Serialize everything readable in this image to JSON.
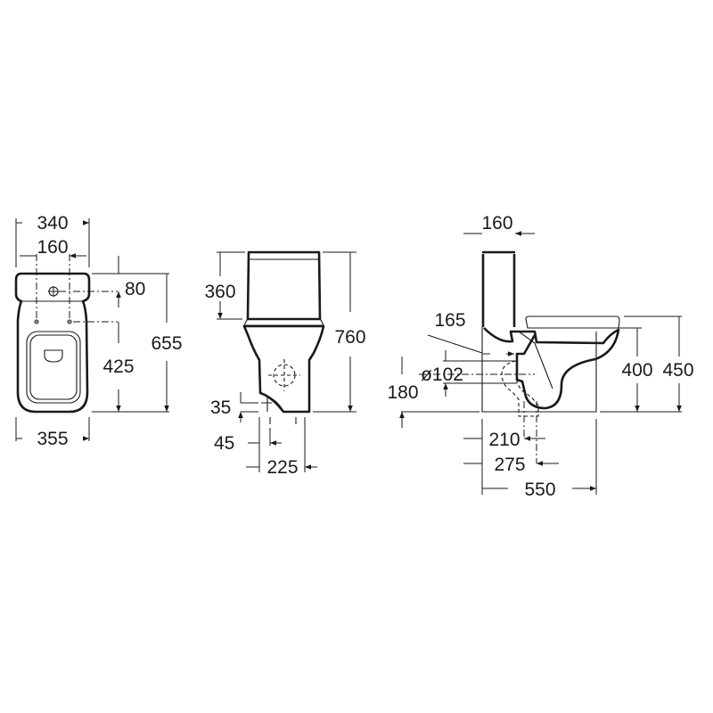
{
  "top_view": {
    "width_top": "340",
    "bolt_spacing": "160",
    "inlet_offset": "80",
    "bolt_to_front": "425",
    "overall_depth": "655",
    "width_bottom": "355"
  },
  "front_view": {
    "tank_height": "360",
    "overall_height": "760",
    "inlet_height": "35",
    "inlet_offset": "45",
    "base_width": "225"
  },
  "side_view": {
    "tank_depth": "160",
    "wall_gap": "165",
    "outlet_diameter": "ø102",
    "outlet_height": "180",
    "seat_height": "400",
    "lid_height": "450",
    "outlet_centre_1": "210",
    "outlet_centre_2": "275",
    "overall_length": "550"
  }
}
